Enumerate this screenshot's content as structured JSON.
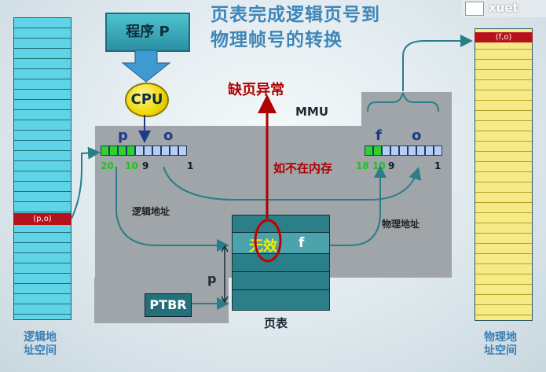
{
  "title_line1": "页表完成逻辑页号到",
  "title_line2": "物理帧号的转换",
  "watermark": "xuet",
  "program_label": "程序 P",
  "cpu_label": "CPU",
  "page_fault": "缺页异常",
  "mmu_label": "MMU",
  "logical_addr": {
    "p": "p",
    "o": "o",
    "bit_20": "20",
    "bit_10": "10",
    "bit_9": "9",
    "bit_1": "1"
  },
  "physical_addr": {
    "f": "f",
    "o": "o",
    "bit_18": "18",
    "bit_10": "10",
    "bit_9": "9",
    "bit_1": "1"
  },
  "logical_addr_label": "逻辑地址",
  "physical_addr_label": "物理地址",
  "not_in_memory": "如不在内存",
  "invalid_label": "无效",
  "page_table_f": "f",
  "p_label": "p",
  "ptbr_label": "PTBR",
  "page_table_label": "页表",
  "logical_space_entry": "(p,o)",
  "physical_space_entry": "(f,o)",
  "logical_space_label": "逻辑地\n址空间",
  "physical_space_label": "物理地\n址空间",
  "colors": {
    "accent_blue": "#3f86b8",
    "fault_red": "#b00000",
    "mmu_gray": "#9fa5a8",
    "cyan": "#5fd4e6",
    "yellow": "#f6ea86",
    "green": "#2fd02f"
  }
}
